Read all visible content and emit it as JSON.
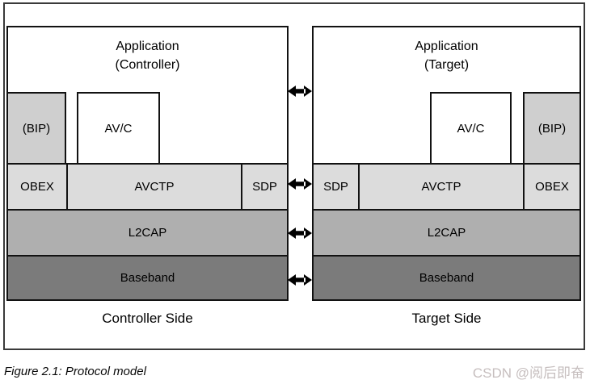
{
  "figure": {
    "caption": "Figure 2.1: Protocol model",
    "watermark": "CSDN @阅后即奋"
  },
  "controller_stack": {
    "application_line1": "Application",
    "application_line2": "(Controller)",
    "bip": "(BIP)",
    "avc": "AV/C",
    "obex": "OBEX",
    "avctp": "AVCTP",
    "sdp": "SDP",
    "l2cap": "L2CAP",
    "baseband": "Baseband",
    "side_label": "Controller Side"
  },
  "target_stack": {
    "application_line1": "Application",
    "application_line2": "(Target)",
    "sdp": "SDP",
    "avctp": "AVCTP",
    "obex": "OBEX",
    "avc": "AV/C",
    "bip": "(BIP)",
    "l2cap": "L2CAP",
    "baseband": "Baseband",
    "side_label": "Target Side"
  },
  "arrows": {
    "icon": "double-headed-arrow",
    "levels": [
      "application",
      "sdp",
      "l2cap",
      "baseband"
    ]
  },
  "colors": {
    "bip_fill": "#cfcfcf",
    "protocol_row_fill": "#dcdcdc",
    "l2cap_fill": "#afafaf",
    "baseband_fill": "#7b7b7b",
    "box_border": "#121212",
    "outer_border": "#3a3a3a",
    "arrow": "#000000",
    "watermark_text": "#c6bebe"
  }
}
